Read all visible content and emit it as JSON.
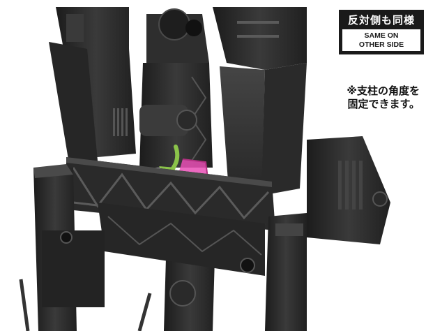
{
  "badge": {
    "title": "反対側も同様",
    "subtitle_line1": "SAME ON",
    "subtitle_line2": "OTHER SIDE"
  },
  "note": {
    "line1": "※支柱の角度を",
    "line2": "固定できます。"
  },
  "colors": {
    "plastic": "#2b2b2b",
    "highlight_part": "#e94fb5",
    "arrow": "#8bc34a",
    "badge_bg": "#1a1a1a"
  },
  "icons": [
    "rotate-arrow-icon"
  ]
}
